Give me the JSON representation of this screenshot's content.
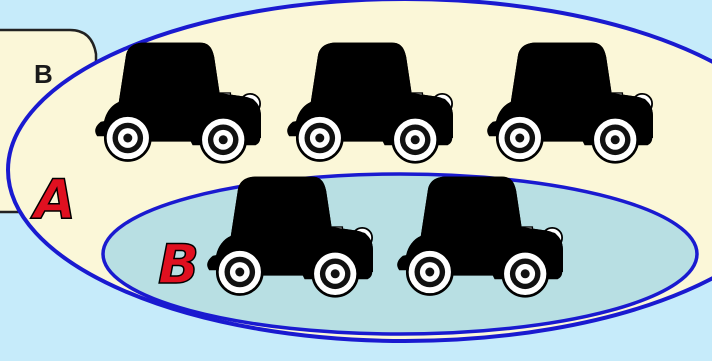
{
  "panel": {
    "label": "B"
  },
  "set_a": {
    "label": "A",
    "label_color": "#e01020",
    "fill": "#fbf7d8",
    "stroke": "#1a1ad0"
  },
  "set_b": {
    "label": "B",
    "label_color": "#e01020",
    "fill": "#b8dfe3",
    "stroke": "#1a1ad0"
  },
  "car_color": "#1a1aa8",
  "cars_in_a_only": 3,
  "cars_in_b": 2
}
